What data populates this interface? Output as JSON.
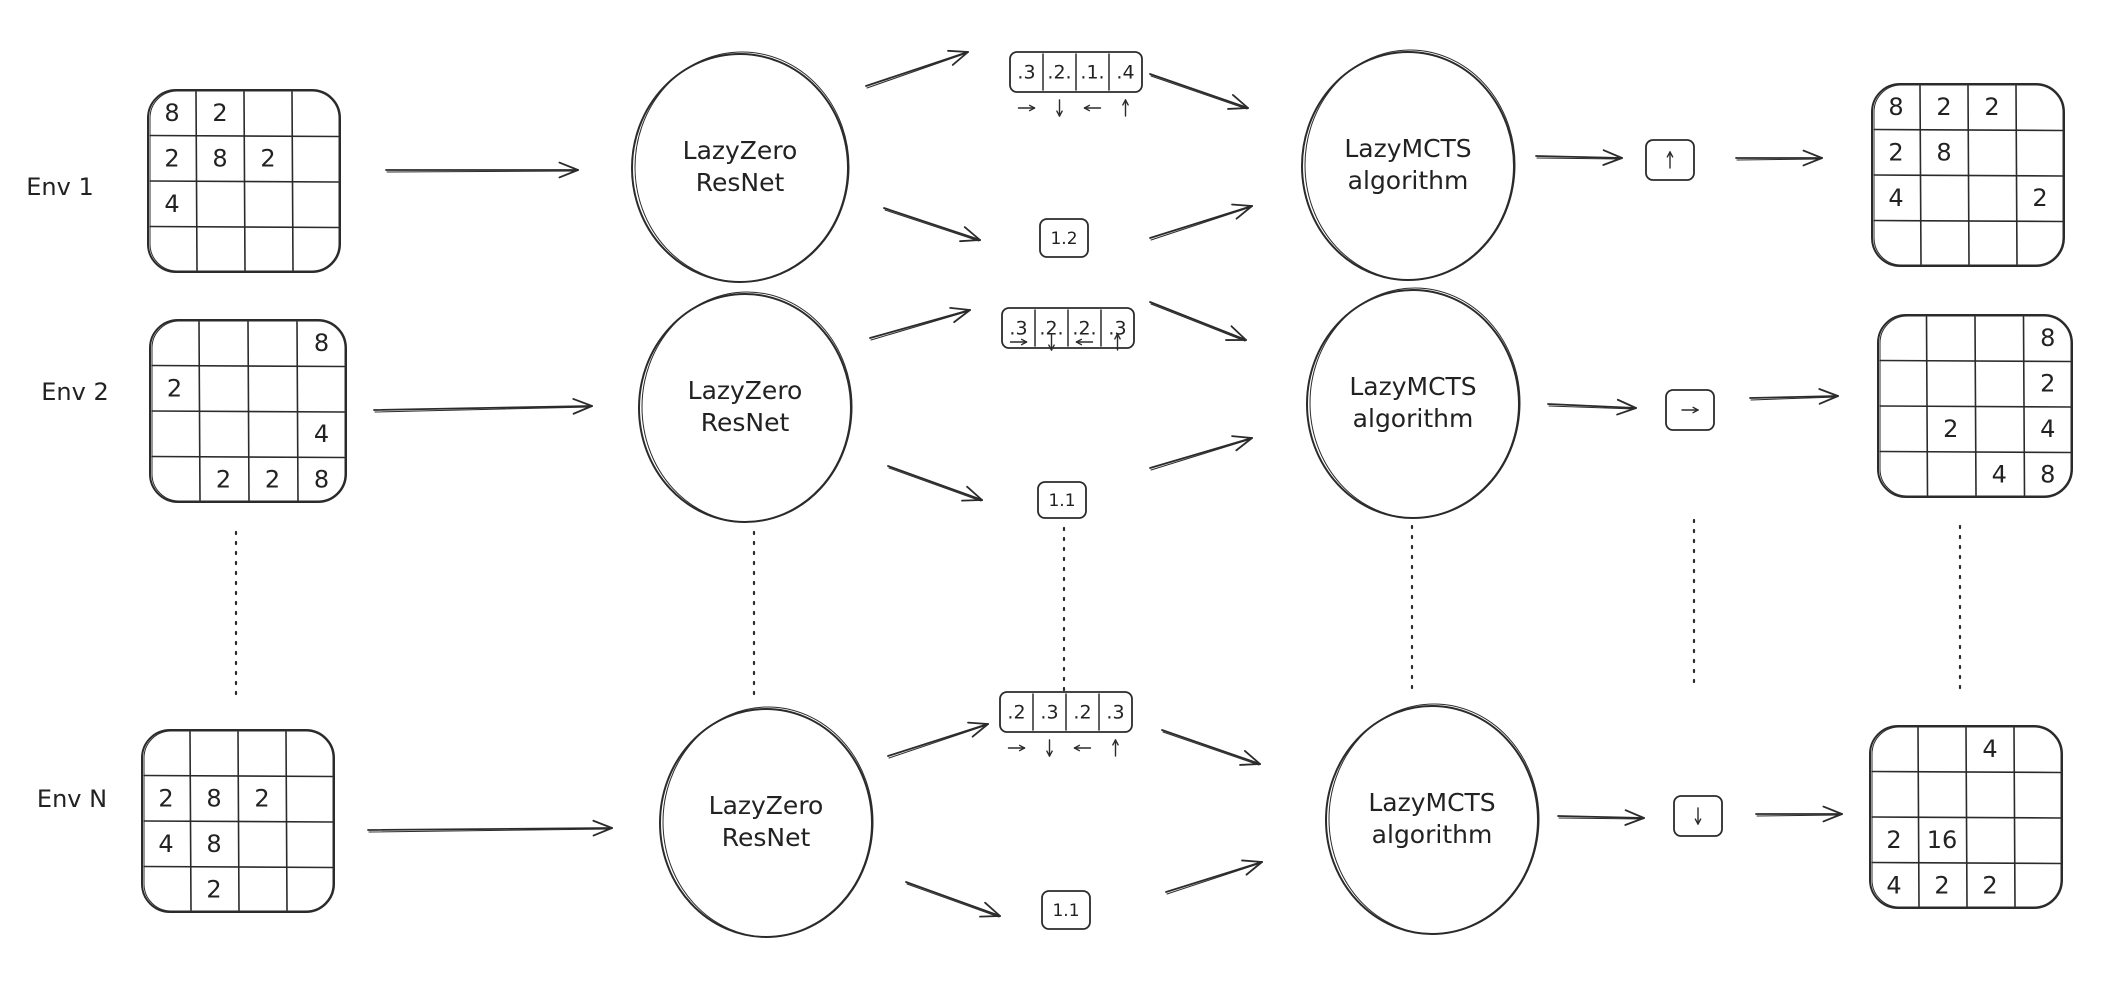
{
  "colors": {
    "ink": "#2b2b2b",
    "background": "#ffffff"
  },
  "rows": [
    {
      "env_label": "Env 1",
      "input_board": [
        [
          "8",
          "2",
          "",
          ""
        ],
        [
          "2",
          "8",
          "2",
          ""
        ],
        [
          "4",
          "",
          "",
          ""
        ],
        [
          "",
          "",
          "",
          ""
        ]
      ],
      "network": [
        "LazyZero",
        "ResNet"
      ],
      "policy": [
        ".3",
        ".2.",
        ".1.",
        ".4"
      ],
      "policy_directions": [
        "right-arrow-icon",
        "down-arrow-icon",
        "left-arrow-icon",
        "up-arrow-icon"
      ],
      "value": "1.2",
      "search": [
        "LazyMCTS",
        "algorithm"
      ],
      "action": "up-arrow-icon",
      "output_board": [
        [
          "8",
          "2",
          "2",
          ""
        ],
        [
          "2",
          "8",
          "",
          ""
        ],
        [
          "4",
          "",
          "",
          "2"
        ],
        [
          "",
          "",
          "",
          ""
        ]
      ]
    },
    {
      "env_label": "Env 2",
      "input_board": [
        [
          "",
          "",
          "",
          "8"
        ],
        [
          "2",
          "",
          "",
          ""
        ],
        [
          "",
          "",
          "",
          "4"
        ],
        [
          "",
          "2",
          "2",
          "8"
        ]
      ],
      "network": [
        "LazyZero",
        "ResNet"
      ],
      "policy": [
        ".3",
        ".2.",
        ".2.",
        ".3"
      ],
      "policy_directions": [
        "right-arrow-icon",
        "down-arrow-icon",
        "left-arrow-icon",
        "up-arrow-icon"
      ],
      "value": "1.1",
      "search": [
        "LazyMCTS",
        "algorithm"
      ],
      "action": "right-arrow-icon",
      "output_board": [
        [
          "",
          "",
          "",
          "8"
        ],
        [
          "",
          "",
          "",
          "2"
        ],
        [
          "",
          "2",
          "",
          "4"
        ],
        [
          "",
          "",
          "4",
          "8"
        ]
      ]
    },
    {
      "env_label": "Env N",
      "input_board": [
        [
          "",
          "",
          "",
          ""
        ],
        [
          "2",
          "8",
          "2",
          ""
        ],
        [
          "4",
          "8",
          "",
          ""
        ],
        [
          "",
          "2",
          "",
          ""
        ]
      ],
      "network": [
        "LazyZero",
        "ResNet"
      ],
      "policy": [
        ".2",
        ".3",
        ".2",
        ".3"
      ],
      "policy_directions": [
        "right-arrow-icon",
        "down-arrow-icon",
        "left-arrow-icon",
        "up-arrow-icon"
      ],
      "value": "1.1",
      "search": [
        "LazyMCTS",
        "algorithm"
      ],
      "action": "down-arrow-icon",
      "output_board": [
        [
          "",
          "",
          "4",
          ""
        ],
        [
          "",
          "",
          "",
          ""
        ],
        [
          "2",
          "16",
          "",
          ""
        ],
        [
          "4",
          "2",
          "2",
          ""
        ]
      ]
    }
  ]
}
